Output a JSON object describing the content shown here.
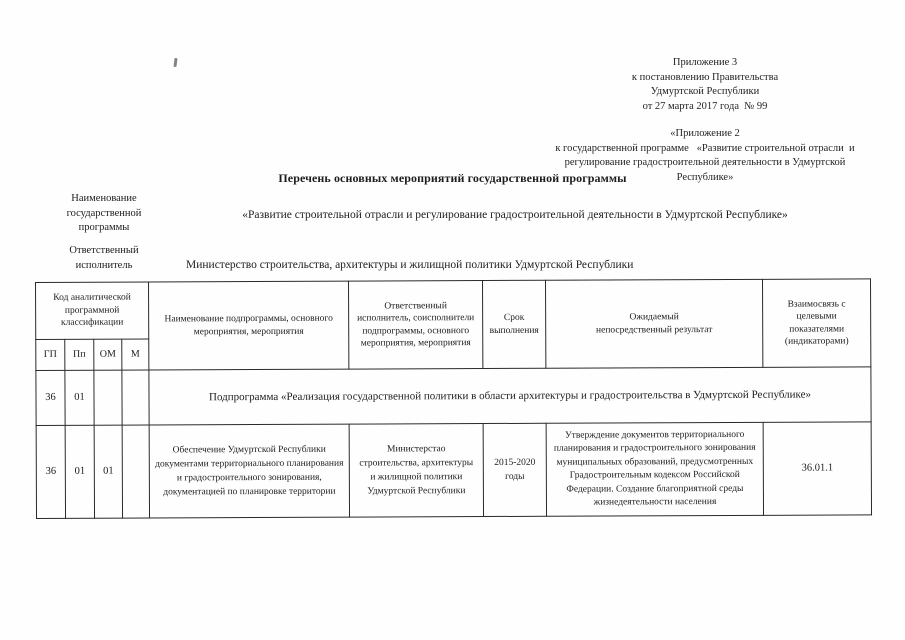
{
  "appendix": {
    "block1": [
      "Приложение 3",
      "к постановлению Правительства",
      "Удмуртской Республики",
      "от 27 марта 2017 года  № 99"
    ],
    "block2": [
      "«Приложение 2",
      "к государственной программе   «Развитие строительной отрасли  и",
      "регулирование градостроительной деятельности в Удмуртской",
      "Республике»"
    ]
  },
  "title": "Перечень основных мероприятий государственной программы",
  "meta": {
    "program_name_label": [
      "Наименование",
      "государственной",
      "программы"
    ],
    "program_name_value": "«Развитие строительной отрасли  и регулирование градостроительной деятельности в Удмуртской Республике»",
    "executor_label": [
      "Ответственный",
      "исполнитель"
    ],
    "executor_value": "Министерство строительства, архитектуры и жилищной политики Удмуртской Республики"
  },
  "table": {
    "headers": {
      "code_group": [
        "Код аналитической",
        "программной",
        "классификации"
      ],
      "code_sub": [
        "ГП",
        "Пп",
        "ОМ",
        "М"
      ],
      "name": [
        "Наименование подпрограммы, основного",
        "мероприятия, мероприятия"
      ],
      "responsible": [
        "Ответственный",
        "исполнитель, соисполнители",
        "подпрограммы, основного",
        "мероприятия, мероприятия"
      ],
      "term": [
        "Срок",
        "выполнения"
      ],
      "result": [
        "Ожидаемый",
        "непосредственный результат"
      ],
      "link": [
        "Взаимосвязь с",
        "целевыми",
        "показателями",
        "(индикаторами)"
      ]
    },
    "subprogram_row": {
      "gp": "36",
      "pp": "01",
      "om": "",
      "m": "",
      "text": "Подпрограмма «Реализация  государственной  политики в области  архитектуры и градостроительства в Удмуртской Республике»"
    },
    "data_rows": [
      {
        "gp": "36",
        "pp": "01",
        "om": "01",
        "m": "",
        "name": [
          "Обеспечение Удмуртской Республики",
          "документами территориального планирования",
          "и градостроительного зонирования,",
          "документацией по планировке территории"
        ],
        "responsible": [
          "Министерстао",
          "строительства, архитектуры",
          "и жилищной политики",
          "Удмуртской Республики"
        ],
        "term": [
          "2015-2020",
          "годы"
        ],
        "result": [
          "Утверждение документов территориального",
          "планирования и градостроительного зонирования",
          "муниципальных образований, предусмотренных",
          "Градостроительным кодексом Российской",
          "Федерации.   Создание благоприятной среды",
          "жизнедеятельности населения"
        ],
        "link": "36.01.1"
      }
    ]
  }
}
